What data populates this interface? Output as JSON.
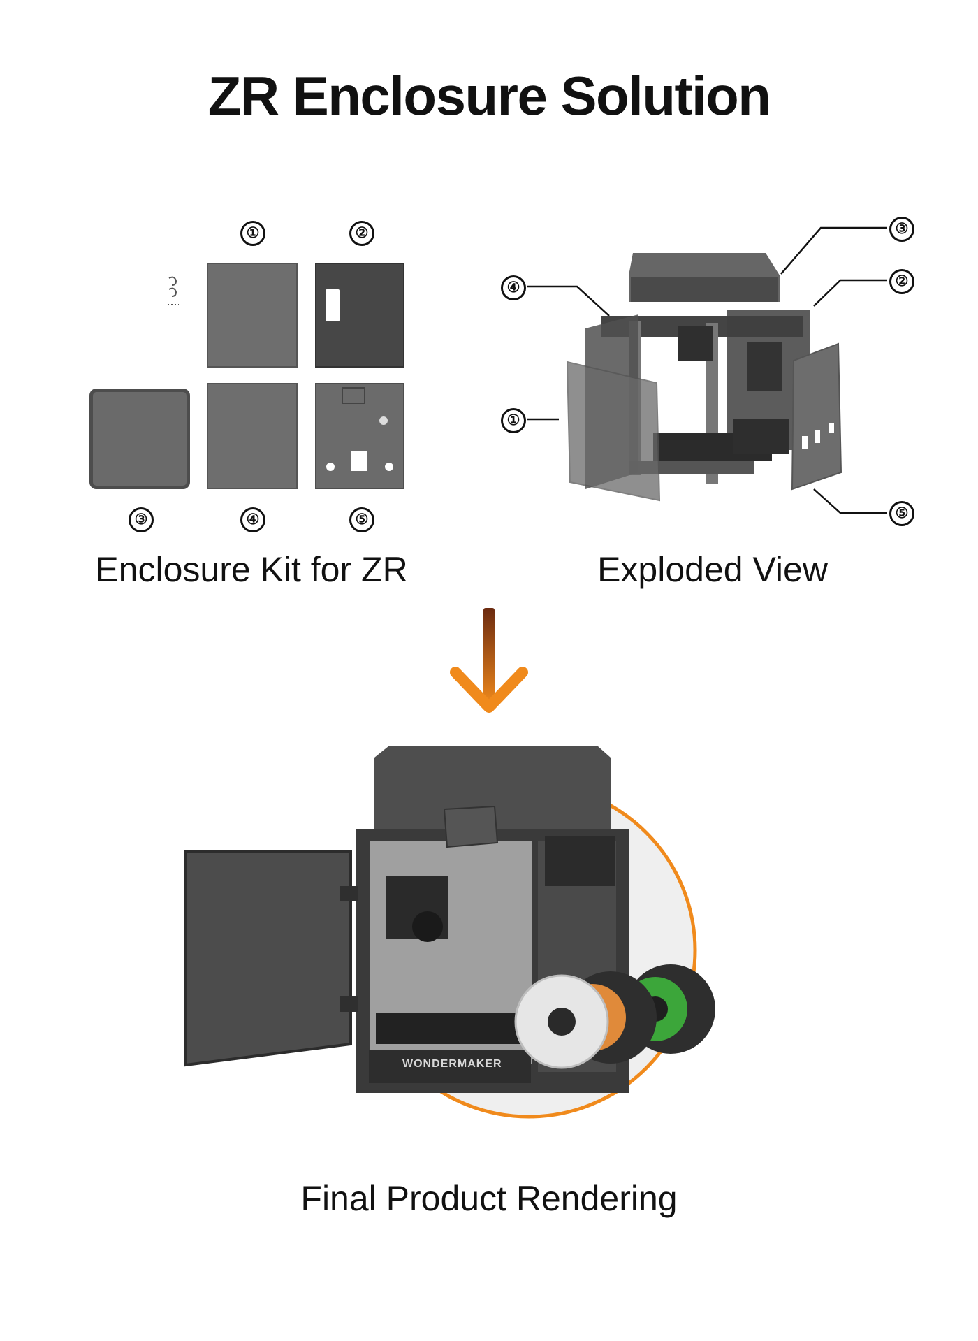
{
  "title": "ZR Enclosure Solution",
  "kit": {
    "caption": "Enclosure Kit for ZR",
    "labels": [
      "①",
      "②",
      "③",
      "④",
      "⑤"
    ]
  },
  "exploded": {
    "caption": "Exploded View",
    "labels": [
      "①",
      "②",
      "③",
      "④",
      "⑤"
    ]
  },
  "final": {
    "caption": "Final Product Rendering",
    "brand": "WONDERMAKER"
  },
  "colors": {
    "accent": "#f08a1c",
    "panel_dark": "#4a4a4a",
    "panel_mid": "#6b6b6b",
    "frame": "#3c3c3c"
  }
}
